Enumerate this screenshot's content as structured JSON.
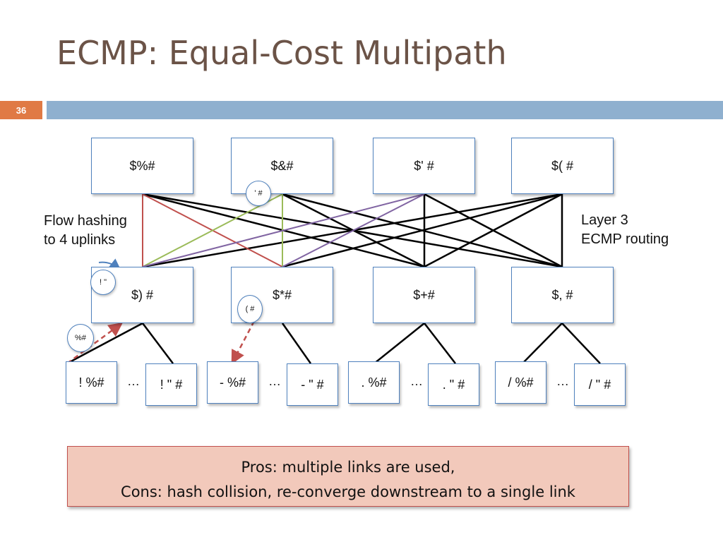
{
  "slide": {
    "title": "ECMP: Equal-Cost Multipath",
    "number": "36"
  },
  "diagram": {
    "core_switches": [
      "$%#",
      "$&#",
      "$' #",
      "$( #"
    ],
    "agg_switches": [
      "$) #",
      "$*#",
      "$+#",
      "$, #"
    ],
    "hosts": [
      "! %#",
      "! \" #",
      "- %#",
      "- \" #",
      ". %#",
      ". \" #",
      "/ %#",
      "/ \" #"
    ],
    "ellipsis": "…",
    "bubbles": {
      "b1": "! \"",
      "b2": "' #",
      "b3": "( #",
      "b4": "%#"
    },
    "annotations": {
      "flow_hashing_line1": "Flow hashing",
      "flow_hashing_line2": "to 4 uplinks",
      "layer3_line1": "Layer 3",
      "layer3_line2": "ECMP routing"
    },
    "colors": {
      "red_path": "#c0504d",
      "green_path": "#9bbb59",
      "purple_path": "#8064a2",
      "links": "#000000",
      "node_border": "#4f81bd"
    }
  },
  "summary": {
    "line1": "Pros: multiple links are used,",
    "line2": "Cons: hash collision, re-converge downstream to a single link"
  }
}
